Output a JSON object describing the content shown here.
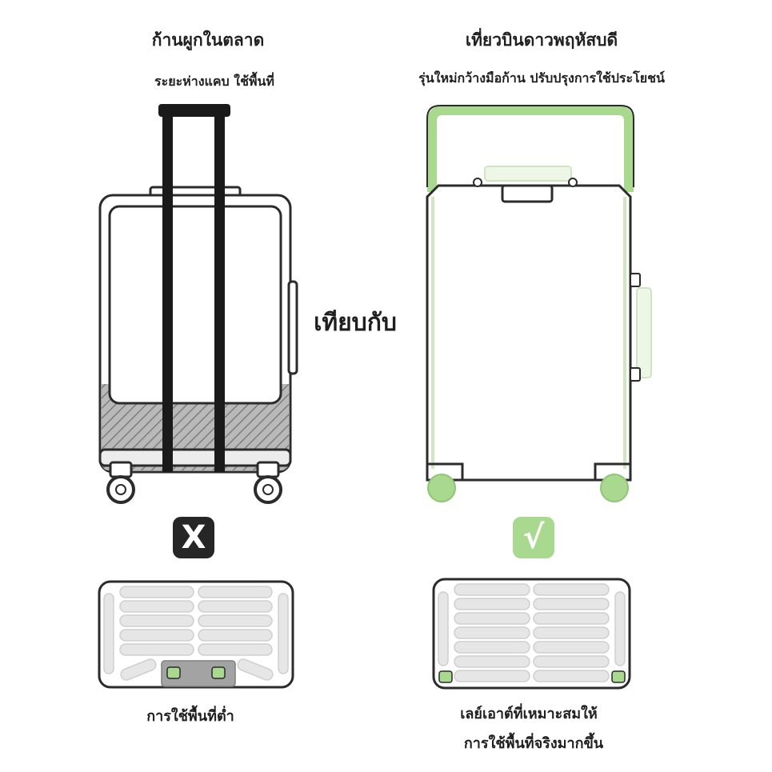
{
  "left": {
    "title": "ก้านผูกในตลาด",
    "subtitle": "ระยะห่างแคบ ใช้พื้นที่",
    "badge_symbol": "X",
    "caption": "การใช้พื้นที่ต่ำ"
  },
  "right": {
    "title": "เที่ยวบินดาวพฤหัสบดี",
    "subtitle": "รุ่นใหม่กว้างมือก้าน  ปรับปรุงการใช้ประโยชน์",
    "badge_symbol": "√",
    "caption_line1": "เลย์เอาต์ที่เหมาะสมให้",
    "caption_line2": "การใช้พื้นที่จริงมากขึ้น"
  },
  "compare_label": "เทียบกับ",
  "colors": {
    "accent_green": "#a9d98e",
    "light_green": "#d6ecc8",
    "bad_badge": "#262626",
    "outline": "#2b2b2b",
    "hatch": "#9a9a9a",
    "slot": "#e6e6e6"
  }
}
